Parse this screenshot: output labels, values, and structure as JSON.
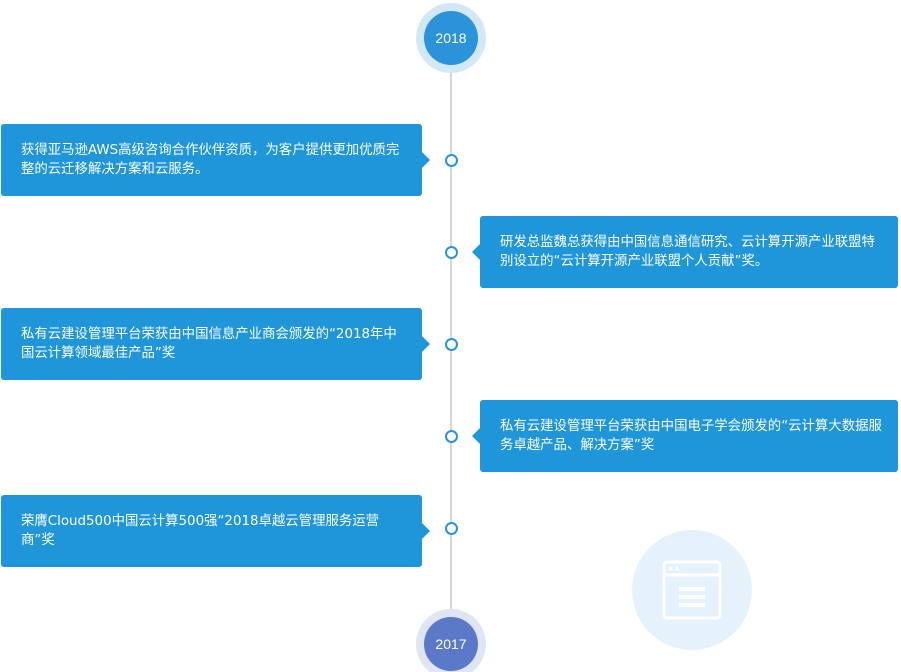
{
  "timeline": {
    "year_top": "2018",
    "year_bottom": "2017",
    "events": [
      {
        "side": "left",
        "text": "获得亚马逊AWS高级咨询合作伙伴资质，为客户提供更加优质完整的云迁移解决方案和云服务。"
      },
      {
        "side": "right",
        "text": "研发总监魏总获得由中国信息通信研究、云计算开源产业联盟特别设立的“云计算开源产业联盟个人贡献”奖。"
      },
      {
        "side": "left",
        "text": "私有云建设管理平台荣获由中国信息产业商会颁发的“2018年中国云计算领域最佳产品”奖"
      },
      {
        "side": "right",
        "text": "私有云建设管理平台荣获由中国电子学会颁发的“云计算大数据服务卓越产品、解决方案”奖"
      },
      {
        "side": "left",
        "text": "荣膺Cloud500中国云计算500强“2018卓越云管理服务运营商”奖"
      }
    ]
  },
  "decoration": {
    "icon": "browser-window-icon"
  },
  "colors": {
    "accent": "#1e96d9",
    "year_top_bg": "#2a93d9",
    "year_bottom_bg": "#5b79c9",
    "line": "#d6d6d6",
    "deco_bg": "#e6f2fb"
  }
}
